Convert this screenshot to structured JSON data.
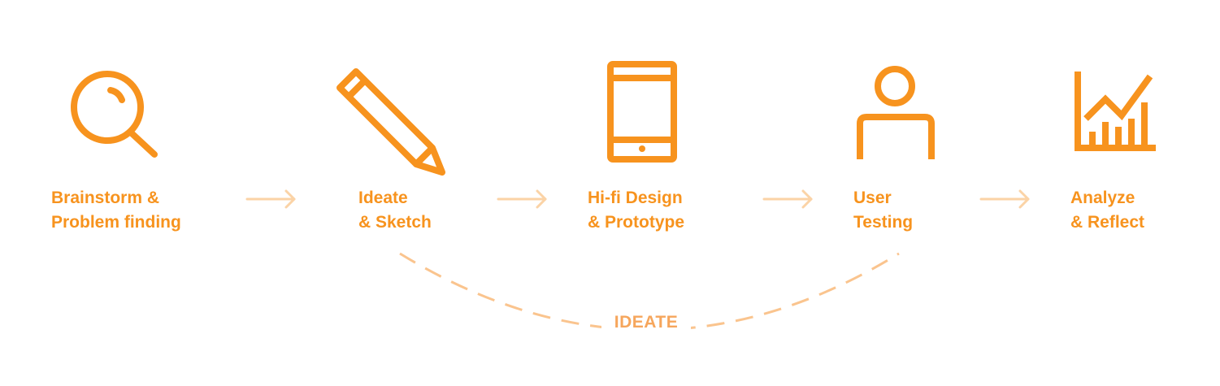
{
  "colors": {
    "accent": "#F7931E",
    "arrow": "#FBD3A6",
    "loop": "#FAC48E",
    "loop_label": "#F6A65C"
  },
  "steps": [
    {
      "icon": "magnifier-icon",
      "line1": "Brainstorm &",
      "line2": "Problem finding"
    },
    {
      "icon": "pencil-icon",
      "line1": "Ideate",
      "line2": "& Sketch"
    },
    {
      "icon": "tablet-icon",
      "line1": "Hi-fi Design",
      "line2": "& Prototype"
    },
    {
      "icon": "user-icon",
      "line1": "User",
      "line2": "Testing"
    },
    {
      "icon": "growth-chart-icon",
      "line1": "Analyze",
      "line2": "& Reflect"
    }
  ],
  "loop": {
    "label": "IDEATE"
  }
}
